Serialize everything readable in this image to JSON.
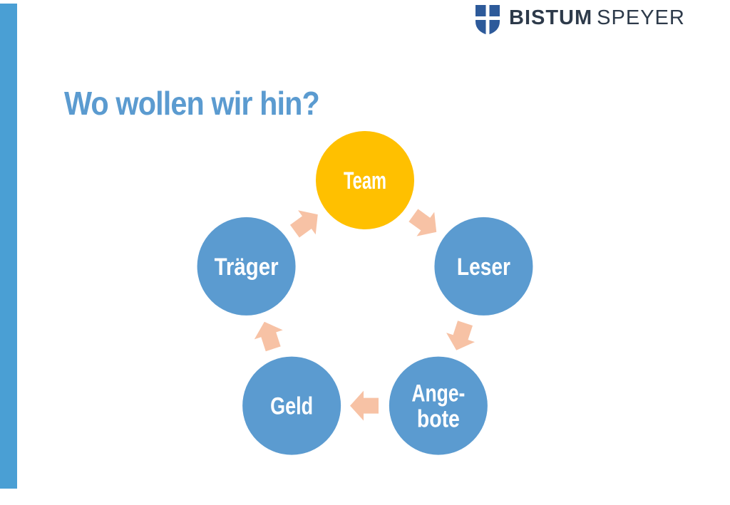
{
  "brand": {
    "name_bold": "BISTUM",
    "name_regular": "SPEYER",
    "shield_icon": "shield-cross-icon",
    "color": "#2d5a9a"
  },
  "title": "Wo wollen wir hin?",
  "colors": {
    "accent_bar": "#4a9fd4",
    "title": "#5b9bd0",
    "node_blue": "#5b9bd0",
    "node_highlight": "#ffc000",
    "arrow": "#f7c2a5"
  },
  "cycle": {
    "nodes": [
      {
        "id": "team",
        "label_lines": [
          "Team"
        ],
        "highlight": true
      },
      {
        "id": "leser",
        "label_lines": [
          "Leser"
        ],
        "highlight": false
      },
      {
        "id": "angebote",
        "label_lines": [
          "Ange-",
          "bote"
        ],
        "highlight": false
      },
      {
        "id": "geld",
        "label_lines": [
          "Geld"
        ],
        "highlight": false
      },
      {
        "id": "traeger",
        "label_lines": [
          "Träger"
        ],
        "highlight": false
      }
    ],
    "arrow_icon": "cycle-arrow-icon"
  }
}
